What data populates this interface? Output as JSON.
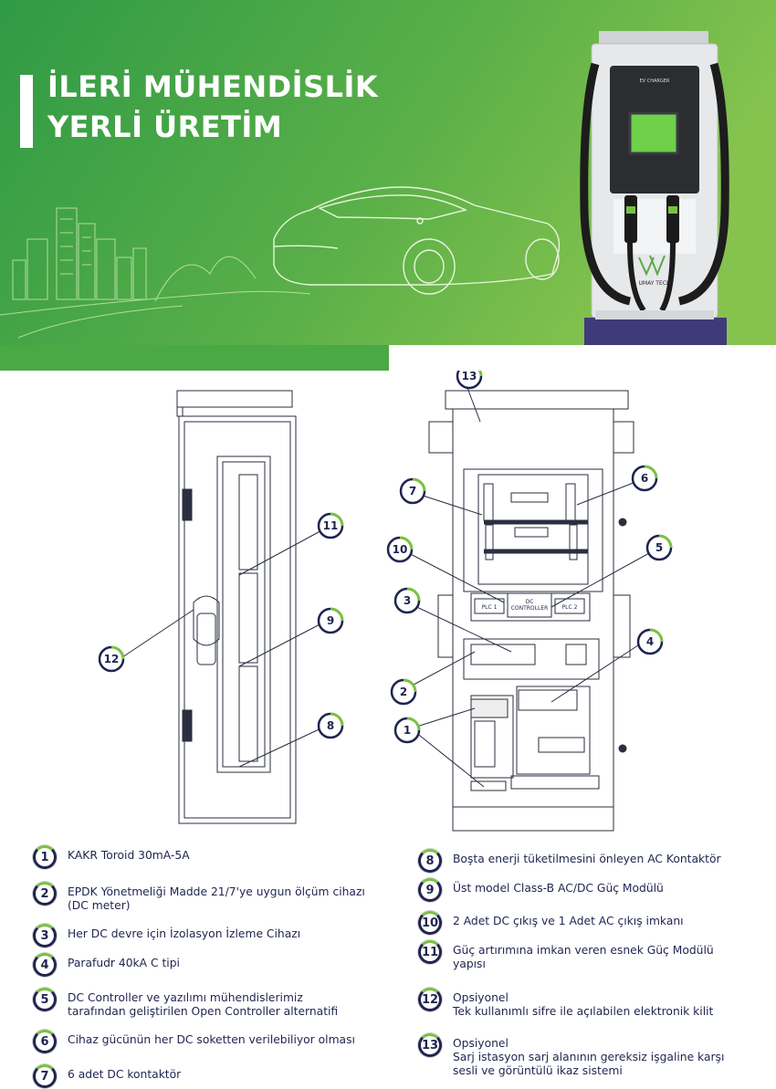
{
  "header": {
    "title_line1": "İLERİ MÜHENDİSLİK",
    "title_line2": "YERLİ ÜRETİM"
  },
  "charger": {
    "screen_label": "EV CHARGER",
    "brand": "UMAY TECH"
  },
  "cabinet_labels": {
    "plc1": "PLC 1",
    "dc_controller_line1": "DC",
    "dc_controller_line2": "CONTROLLER",
    "plc2": "PLC 2"
  },
  "callouts": [
    "1",
    "2",
    "3",
    "4",
    "5",
    "6",
    "7",
    "8",
    "9",
    "10",
    "11",
    "12",
    "13"
  ],
  "legend": [
    {
      "num": "1",
      "lines": [
        "KAKR Toroid 30mA-5A"
      ]
    },
    {
      "num": "2",
      "lines": [
        "EPDK Yönetmeliği Madde 21/7'ye uygun ölçüm cihazı",
        "(DC meter)"
      ]
    },
    {
      "num": "3",
      "lines": [
        "Her DC devre için İzolasyon İzleme Cihazı"
      ]
    },
    {
      "num": "4",
      "lines": [
        "Parafudr 40kA C tipi"
      ]
    },
    {
      "num": "5",
      "lines": [
        "DC Controller ve yazılımı mühendislerimiz",
        "tarafından geliştirilen Open Controller alternatifi"
      ]
    },
    {
      "num": "6",
      "lines": [
        "Cihaz gücünün her DC soketten verilebiliyor olması"
      ]
    },
    {
      "num": "7",
      "lines": [
        "6 adet DC kontaktör"
      ]
    },
    {
      "num": "8",
      "lines": [
        "Boşta enerji tüketilmesini önleyen AC Kontaktör"
      ]
    },
    {
      "num": "9",
      "lines": [
        "Üst model Class-B AC/DC Güç Modülü"
      ]
    },
    {
      "num": "10",
      "lines": [
        "2 Adet DC çıkış ve 1 Adet AC çıkış imkanı"
      ]
    },
    {
      "num": "11",
      "lines": [
        "Güç artırımına imkan veren esnek Güç Modülü",
        "yapısı"
      ]
    },
    {
      "num": "12",
      "lines": [
        "Opsiyonel",
        "Tek kullanımlı sifre ile açılabilen elektronik kilit"
      ]
    },
    {
      "num": "13",
      "lines": [
        "Opsiyonel",
        "Sarj istasyon sarj alanının gereksiz işgaline karşı",
        "sesli ve görüntülü ikaz sistemi"
      ]
    }
  ],
  "colors": {
    "green": "#6ab546",
    "green_dark": "#3f9a3a",
    "navy": "#1f2450"
  }
}
